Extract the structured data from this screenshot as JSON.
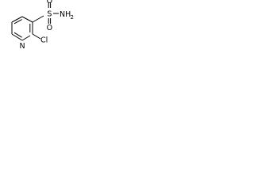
{
  "molecule": {
    "atoms": {
      "sulfur": "S",
      "oxygen_top": "O",
      "oxygen_bottom": "O",
      "amine_n": "NH",
      "amine_sub": "2",
      "chlorine": "Cl",
      "ring_nitrogen": "N"
    },
    "colors": {
      "bond": "#000000",
      "text": "#000000",
      "background": "#ffffff"
    }
  }
}
